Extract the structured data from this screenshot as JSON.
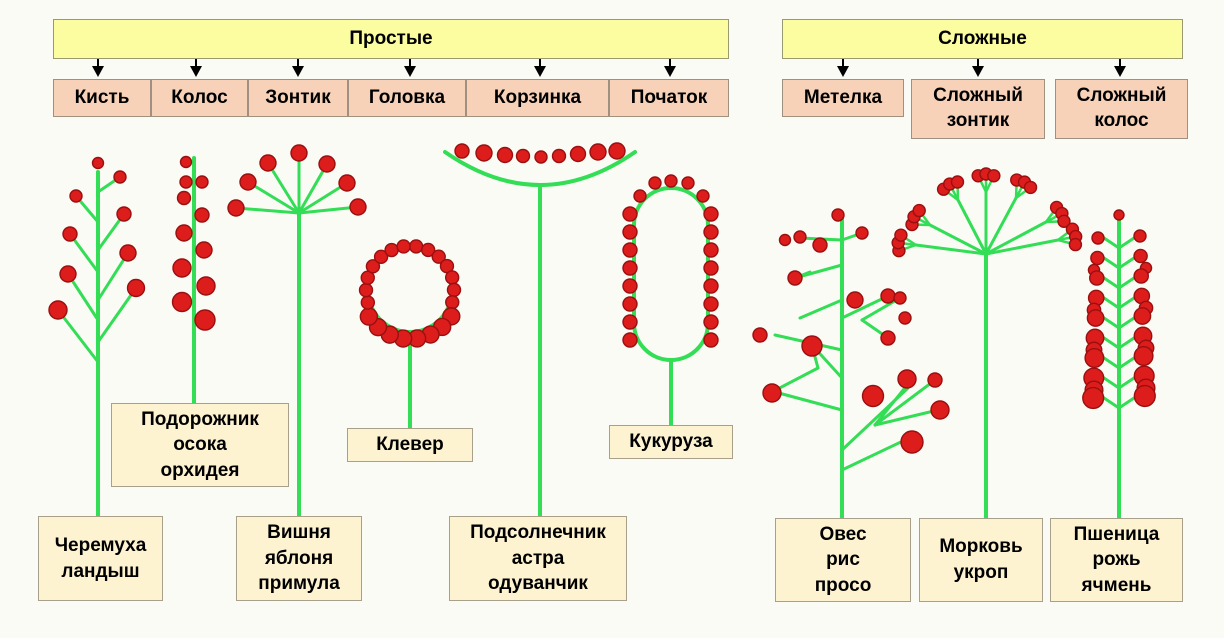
{
  "headers": {
    "simple": "Простые",
    "complex": "Сложные"
  },
  "simple_types": [
    "Кисть",
    "Колос",
    "Зонтик",
    "Головка",
    "Корзинка",
    "Початок"
  ],
  "complex_types": [
    [
      "Метелка"
    ],
    [
      "Сложный",
      "зонтик"
    ],
    [
      "Сложный",
      "колос"
    ]
  ],
  "examples": {
    "raceme": [
      "Черемуха",
      "ландыш"
    ],
    "spike": [
      "Подорожник",
      "осока",
      "орхидея"
    ],
    "umbel": [
      "Вишня",
      "яблоня",
      "примула"
    ],
    "head": [
      "Клевер"
    ],
    "basket": [
      "Подсолнечник",
      "астра",
      "одуванчик"
    ],
    "spadix": [
      "Кукуруза"
    ],
    "panicle": [
      "Овес",
      "рис",
      "просо"
    ],
    "compound_umbel": [
      "Морковь",
      "укроп"
    ],
    "compound_spike": [
      "Пшеница",
      "рожь",
      "ячмень"
    ]
  },
  "colors": {
    "stem": "#33dd55",
    "flower": "#dd1c1c",
    "flower_edge": "#991010",
    "header_bg": "#fcfca0",
    "category_bg": "#f8d2b8",
    "label_bg": "#fdf3d1"
  }
}
